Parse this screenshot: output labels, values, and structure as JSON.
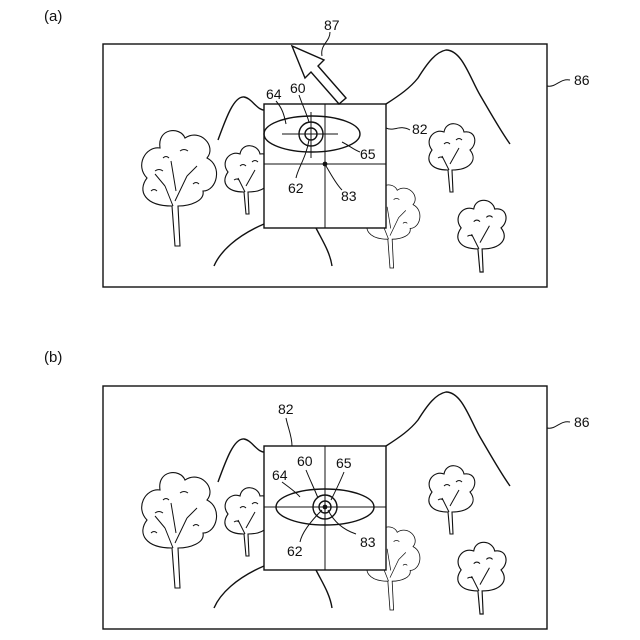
{
  "panels": [
    {
      "label": "(a)",
      "refs": {
        "screen": "86",
        "arrow": "87",
        "frame": "82",
        "eye": "60",
        "eye_outline": "64",
        "eye_center": "65",
        "pupil": "62",
        "frame_center": "83"
      }
    },
    {
      "label": "(b)",
      "refs": {
        "screen": "86",
        "frame": "82",
        "eye": "60",
        "eye_outline": "64",
        "eye_center": "65",
        "pupil": "62",
        "frame_center": "83"
      }
    }
  ]
}
